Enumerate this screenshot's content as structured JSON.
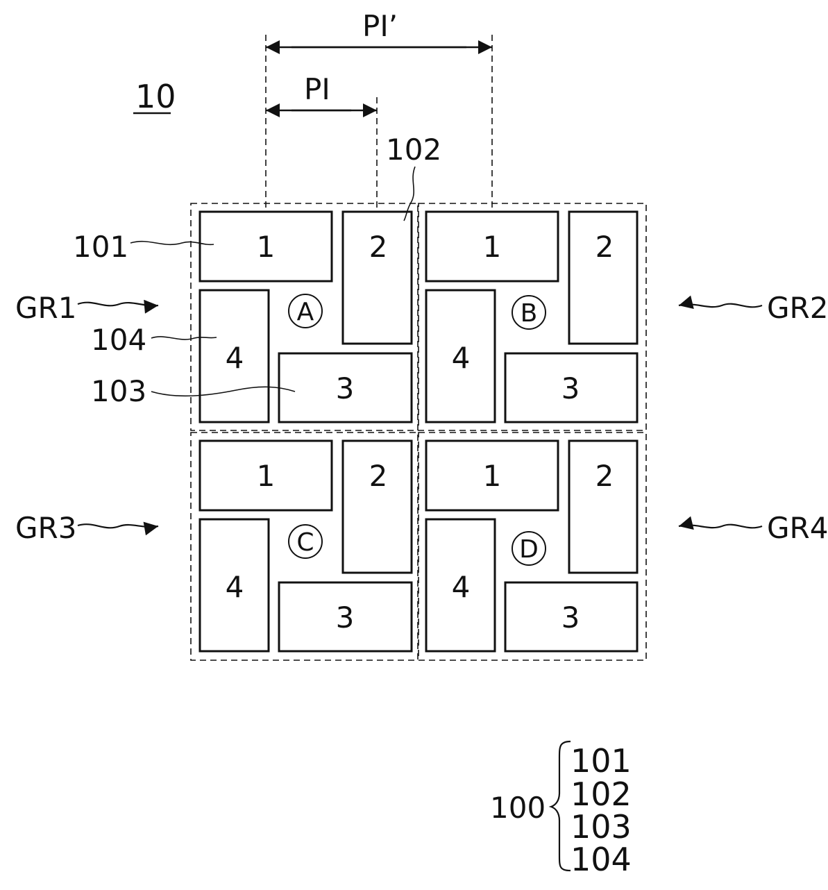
{
  "device_label": "10",
  "pitch": {
    "pi": "PI",
    "pi_prime": "PI’"
  },
  "groups": [
    {
      "name": "GR1",
      "circle": "A"
    },
    {
      "name": "GR2",
      "circle": "B"
    },
    {
      "name": "GR3",
      "circle": "C"
    },
    {
      "name": "GR4",
      "circle": "D"
    }
  ],
  "cell_numbers": [
    "1",
    "2",
    "3",
    "4"
  ],
  "callouts": {
    "c101": "101",
    "c102": "102",
    "c103": "103",
    "c104": "104"
  },
  "legend": {
    "parent": "100",
    "items": [
      "101",
      "102",
      "103",
      "104"
    ]
  }
}
